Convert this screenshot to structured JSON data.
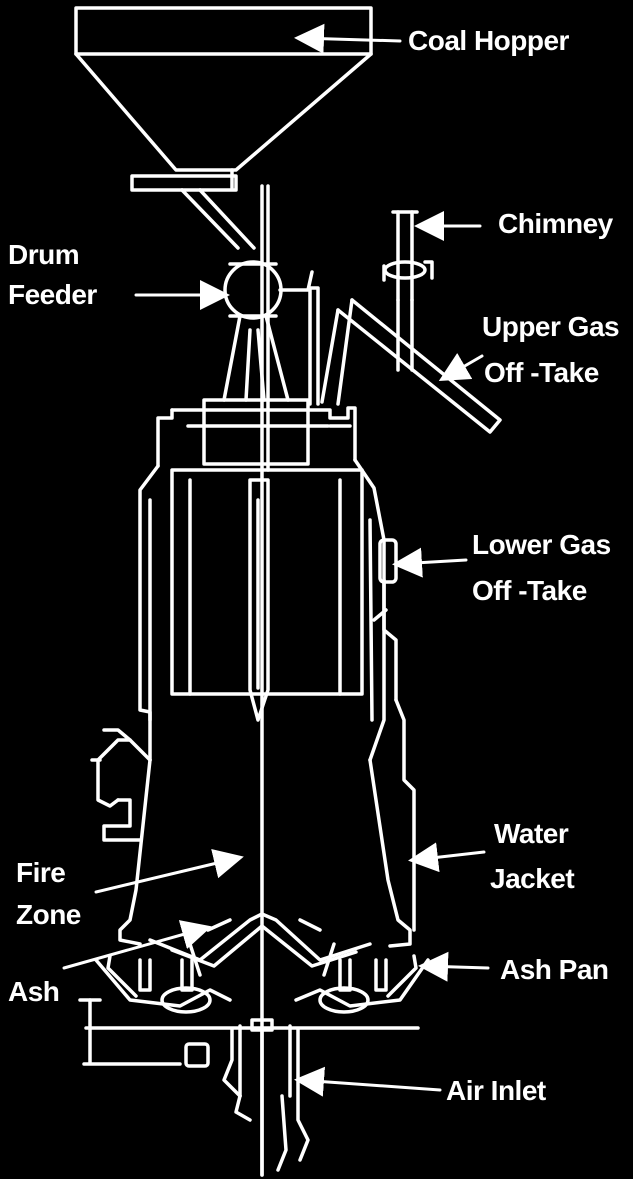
{
  "labels": {
    "coal_hopper": "Coal Hopper",
    "chimney": "Chimney",
    "drum_feeder_1": "Drum",
    "drum_feeder_2": "Feeder",
    "upper_gas_1": "Upper Gas",
    "upper_gas_2": "Off -Take",
    "lower_gas_1": "Lower  Gas",
    "lower_gas_2": "Off -Take",
    "water_jacket_1": "Water",
    "water_jacket_2": "Jacket",
    "fire_zone_1": "Fire",
    "fire_zone_2": "Zone",
    "ash": "Ash",
    "ash_pan": "Ash Pan",
    "air_inlet": "Air Inlet"
  },
  "colors": {
    "background": "#000000",
    "line": "#ffffff"
  }
}
